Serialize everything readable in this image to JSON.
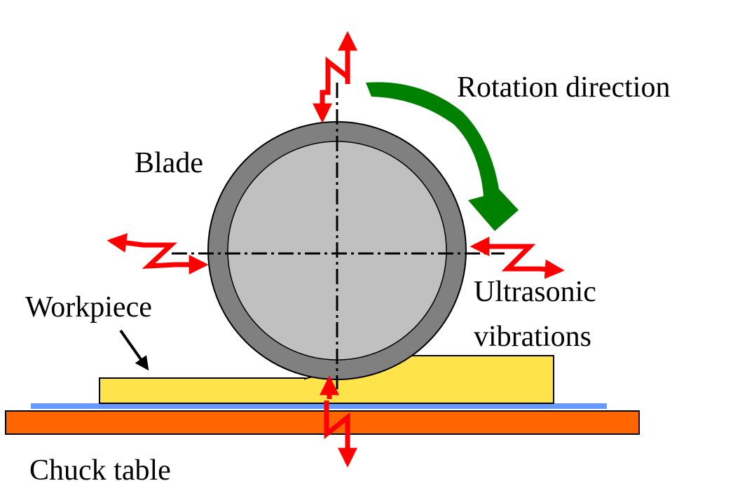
{
  "labels": {
    "rotation": "Rotation direction",
    "blade": "Blade",
    "workpiece": "Workpiece",
    "ultrasonic_line1": "Ultrasonic",
    "ultrasonic_line2": "vibrations",
    "chuck_table": "Chuck table"
  },
  "colors": {
    "blade_outer": "#808080",
    "blade_inner": "#c0c0c0",
    "workpiece": "#ffe34a",
    "tape": "#6699ff",
    "chuck_table": "#ff6600",
    "vibration_arrow": "#ff0000",
    "rotation_arrow": "#008000"
  },
  "icons": {
    "vibration": "zigzag-arrow-icon",
    "rotation": "curved-arrow-icon"
  }
}
